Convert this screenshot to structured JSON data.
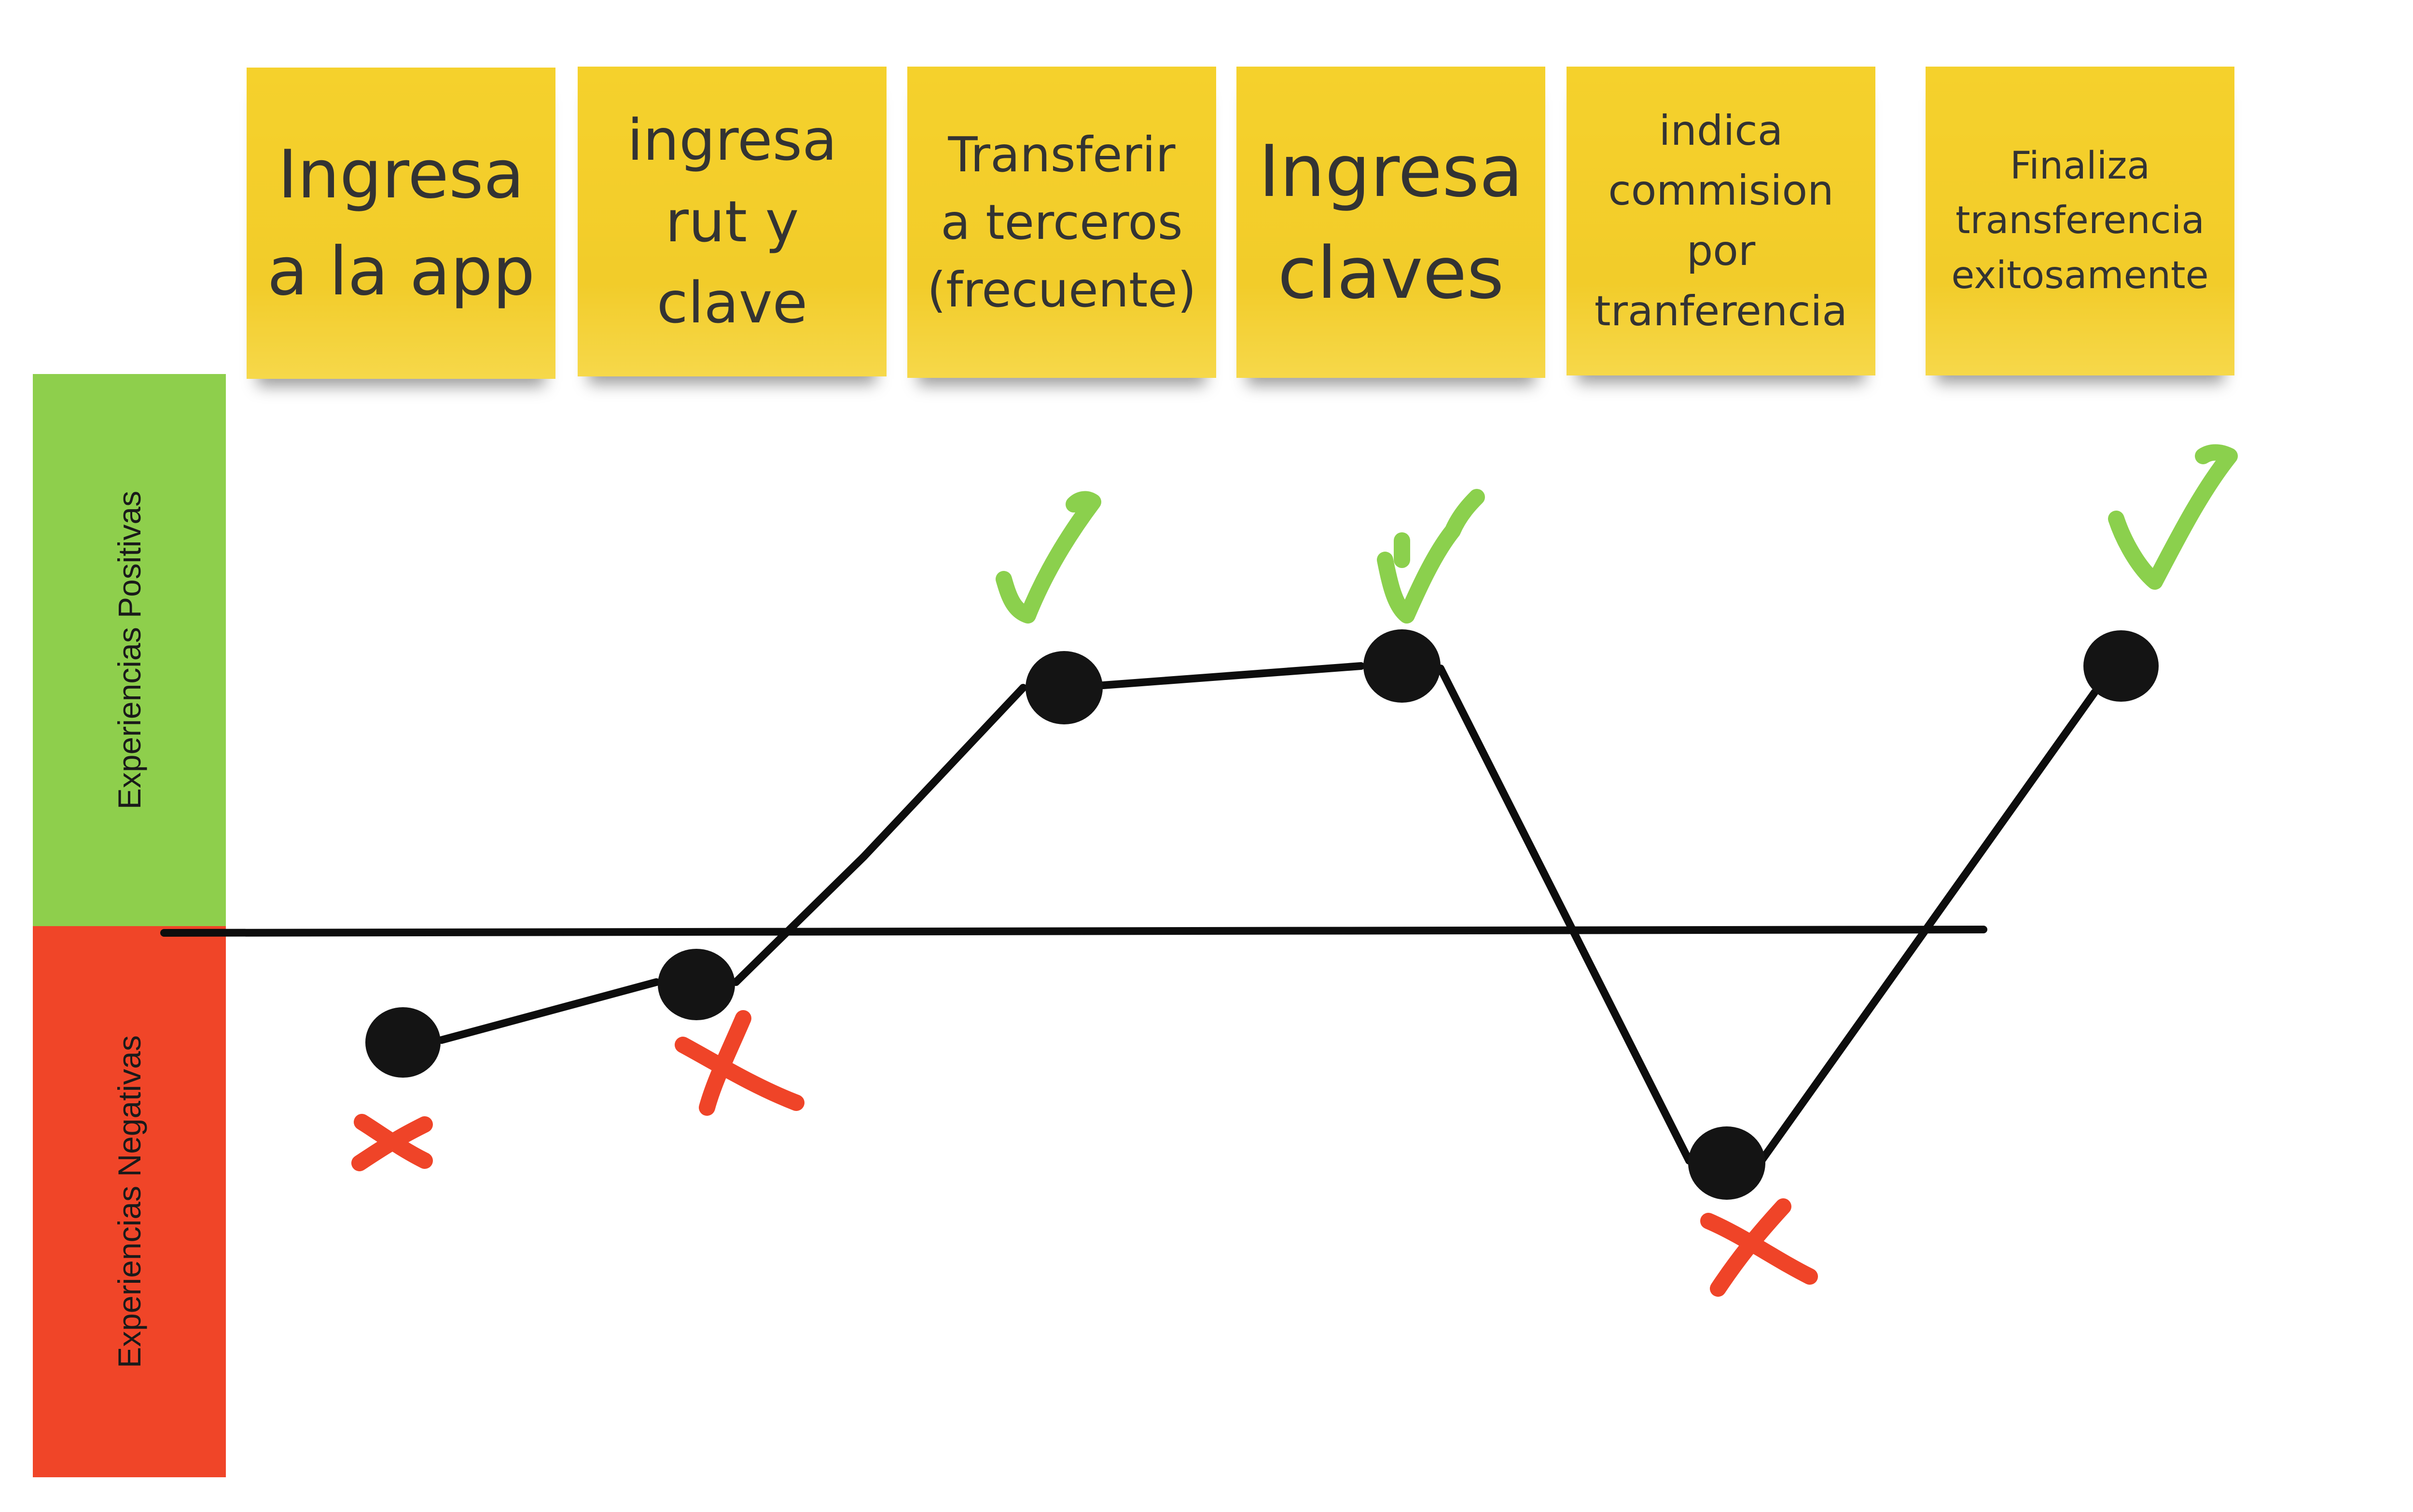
{
  "bands": {
    "positive": {
      "label": "Experiencias Positivas",
      "color": "#8ecf4c"
    },
    "negative": {
      "label": "Experiencias Negativas",
      "color": "#f04528"
    }
  },
  "steps": [
    {
      "label": "Ingresa\na la app",
      "experience": "negative"
    },
    {
      "label": "ingresa\nrut y\nclave",
      "experience": "negative"
    },
    {
      "label": "Transferir\na terceros\n(frecuente)",
      "experience": "positive"
    },
    {
      "label": "Ingresa\nclaves",
      "experience": "positive"
    },
    {
      "label": "indica\ncommision\npor\ntranferencia",
      "experience": "negative"
    },
    {
      "label": "Finaliza\ntransferencia\nexitosamente",
      "experience": "positive"
    }
  ],
  "colors": {
    "note": "#f2cc2a",
    "line": "#0d0d0d",
    "check": "#8bd04d",
    "cross": "#ef4428"
  }
}
